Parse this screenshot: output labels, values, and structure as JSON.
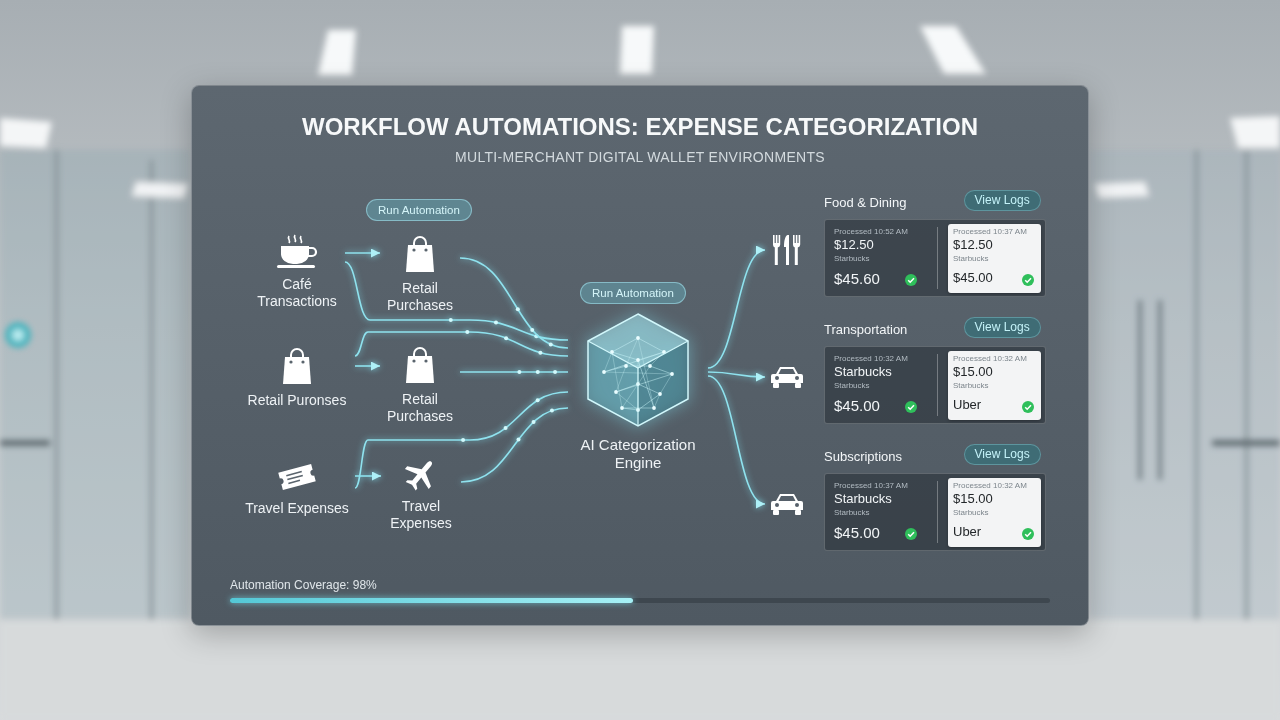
{
  "diagram": {
    "title": "WORKFLOW AUTOMATIONS: EXPENSE CATEGORIZATION",
    "nodes": [
      {
        "text": [
          "Run Automation"
        ]
      },
      {
        "text": [
          "Café Transactions"
        ]
      },
      {
        "text": [
          "Retail Purchases"
        ]
      },
      {
        "text": [
          "Run Automation"
        ]
      },
      {
        "text": [
          "Retail Puronses"
        ]
      },
      {
        "text": [
          "Retail Purchases"
        ]
      },
      {
        "text": [
          "AI Categorization Engine"
        ]
      },
      {
        "text": [
          "Travel Expenses"
        ]
      },
      {
        "text": [
          "Travel Expenses"
        ]
      },
      {
        "text": [
          "Food & Dining"
        ]
      },
      {
        "text": [
          "View Logs"
        ],
        "in": 9
      },
      {
        "text": [
          "Processed 10:52 AM",
          "$12.50",
          "Starbucks",
          "$45.60"
        ],
        "in": 9
      },
      {
        "text": [
          "Processed 10:37 AM",
          "$12.50",
          "Starbucks",
          "$45.00"
        ],
        "in": 9
      },
      {
        "text": [
          "Transportation"
        ]
      },
      {
        "text": [
          "View Logs"
        ],
        "in": 13
      },
      {
        "text": [
          "Processed 10:32 AM",
          "Starbucks",
          "Starbucks",
          "$45.00"
        ],
        "in": 13
      },
      {
        "text": [
          "Processed 10:32 AM",
          "$15.00",
          "Starbucks",
          "Uber"
        ],
        "in": 13
      },
      {
        "text": [
          "Subscriptions"
        ]
      },
      {
        "text": [
          "View Logs"
        ],
        "in": 17
      },
      {
        "text": [
          "Processed 10:37 AM",
          "Starbucks",
          "Starbucks",
          "$45.00"
        ],
        "in": 17
      },
      {
        "text": [
          "Processed 10:32 AM",
          "$15.00",
          "Starbucks",
          "Uber"
        ],
        "in": 17
      }
    ],
    "edges": [
      {
        "from": 1,
        "to": 2,
        "arrow": "to"
      },
      {
        "from": 4,
        "to": 5,
        "arrow": "to"
      },
      {
        "from": 7,
        "to": 8,
        "arrow": "to"
      },
      {
        "from": 1,
        "to": 6,
        "arrow": "none"
      },
      {
        "from": 2,
        "to": 6,
        "arrow": "none"
      },
      {
        "from": 4,
        "to": 6,
        "arrow": "none"
      },
      {
        "from": 5,
        "to": 6,
        "arrow": "none"
      },
      {
        "from": 7,
        "to": 6,
        "arrow": "none"
      },
      {
        "from": 8,
        "to": 6,
        "arrow": "none"
      },
      {
        "from": 6,
        "to": 9,
        "arrow": "to"
      },
      {
        "from": 6,
        "to": 13,
        "arrow": "to"
      },
      {
        "from": 6,
        "to": 17,
        "arrow": "to"
      }
    ],
    "labels": [
      "MULTI-MERCHANT DIGITAL WALLET ENVIRONMENTS",
      "Automation Coverage: 98%"
    ]
  }
}
